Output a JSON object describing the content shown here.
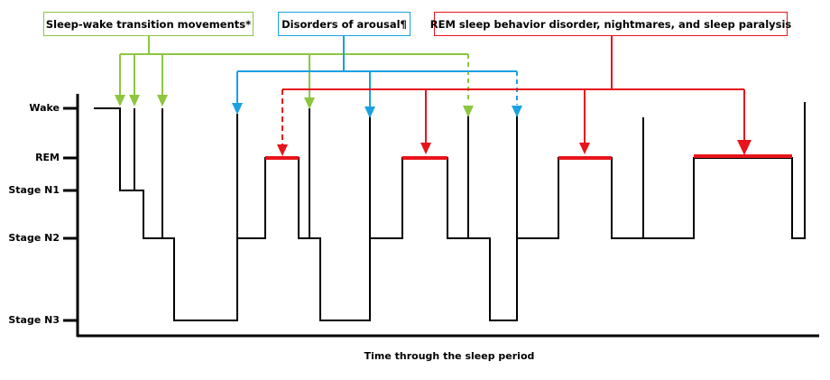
{
  "categories": {
    "sleep_wake": {
      "label": "Sleep-wake transition movements*",
      "color": "#8dc63f"
    },
    "arousal": {
      "label": "Disorders of arousal¶",
      "color": "#1ba1e2"
    },
    "rem": {
      "label": "REM sleep behavior disorder, nightmares, and sleep paralysis",
      "color": "#e8141b"
    }
  },
  "stages": [
    "Wake",
    "REM",
    "Stage N1",
    "Stage N2",
    "Stage N3"
  ],
  "xlabel": "Time through the sleep period"
}
